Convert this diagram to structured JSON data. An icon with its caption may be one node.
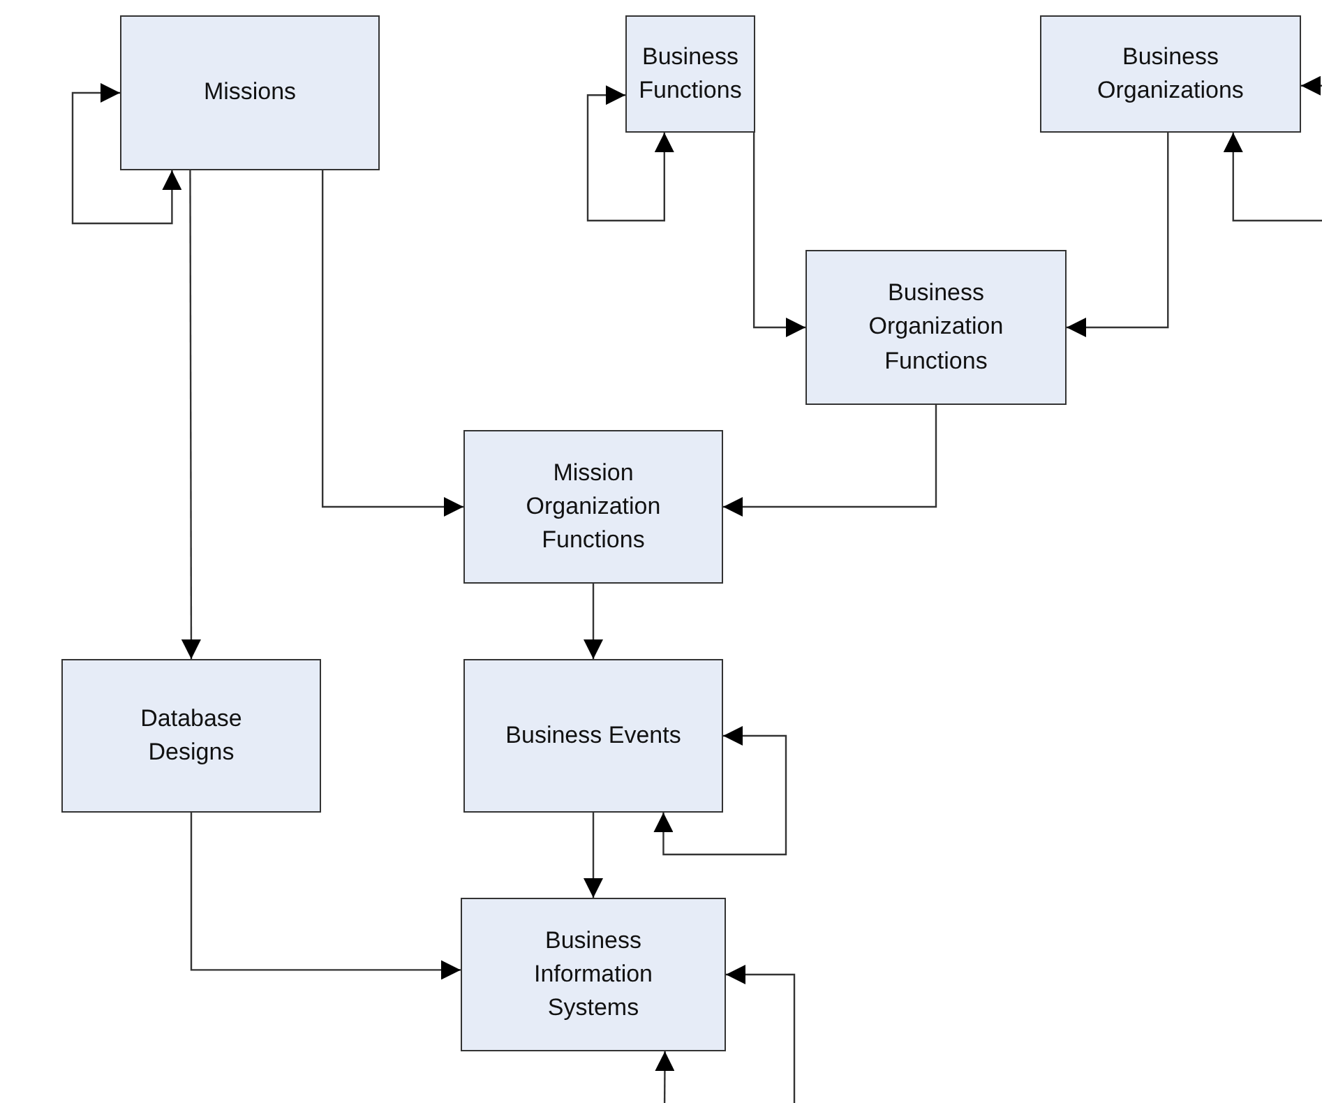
{
  "diagram": {
    "nodes": [
      {
        "text": [
          "Missions"
        ]
      },
      {
        "text": [
          "Business Functions"
        ]
      },
      {
        "text": [
          "Business Organizations"
        ]
      },
      {
        "text": [
          "Business Organization Functions"
        ]
      },
      {
        "text": [
          "Mission Organization Functions"
        ]
      },
      {
        "text": [
          "Database Designs"
        ]
      },
      {
        "text": [
          "Business Events"
        ]
      },
      {
        "text": [
          "Business Information Systems"
        ]
      }
    ],
    "edges": [
      {
        "from": 0,
        "to": 0,
        "arrow": "both"
      },
      {
        "from": 1,
        "to": 1,
        "arrow": "both"
      },
      {
        "from": 2,
        "to": 2,
        "arrow": "both"
      },
      {
        "from": 0,
        "to": 5,
        "arrow": "to"
      },
      {
        "from": 0,
        "to": 4,
        "arrow": "to"
      },
      {
        "from": 1,
        "to": 3,
        "arrow": "to"
      },
      {
        "from": 2,
        "to": 3,
        "arrow": "to"
      },
      {
        "from": 3,
        "to": 4,
        "arrow": "to"
      },
      {
        "from": 4,
        "to": 6,
        "arrow": "to"
      },
      {
        "from": 6,
        "to": 6,
        "arrow": "both"
      },
      {
        "from": 6,
        "to": 7,
        "arrow": "to"
      },
      {
        "from": 5,
        "to": 7,
        "arrow": "to"
      },
      {
        "from": null,
        "to": 7,
        "arrow": "to"
      },
      {
        "from": null,
        "to": 7,
        "arrow": "to"
      }
    ]
  }
}
